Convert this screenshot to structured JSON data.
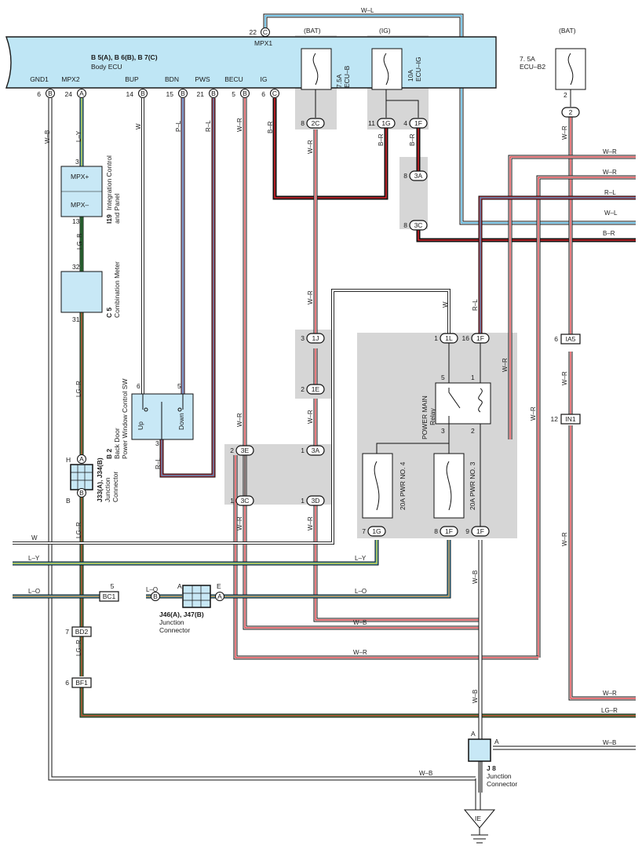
{
  "ecu": {
    "line1": "B 5(A), B 6(B), B 7(C)",
    "line2": "Body ECU",
    "mpx1": "MPX1",
    "pins": [
      {
        "n": "6",
        "c": "B",
        "name": "GND1"
      },
      {
        "n": "24",
        "c": "A",
        "name": "MPX2"
      },
      {
        "n": "14",
        "c": "B",
        "name": "BUP"
      },
      {
        "n": "15",
        "c": "B",
        "name": "BDN"
      },
      {
        "n": "21",
        "c": "B",
        "name": "PWS"
      },
      {
        "n": "5",
        "c": "B",
        "name": "BECU"
      },
      {
        "n": "6",
        "c": "C",
        "name": "IG"
      }
    ],
    "mpx1_pin": {
      "n": "22",
      "c": "C"
    }
  },
  "fuses": {
    "ecub": {
      "src": "(BAT)",
      "rating": "7.5A",
      "name": "ECU–B"
    },
    "ecuig": {
      "src": "(IG)",
      "rating": "10A",
      "name": "ECU–IG"
    },
    "ecub2": {
      "src": "(BAT)",
      "rating": "7. 5A",
      "name": "ECU–B2"
    },
    "pwr4": "20A PWR NO. 4",
    "pwr3": "20A PWR NO. 3"
  },
  "i19": {
    "code": "I19",
    "name1": "Integration Control",
    "name2": "and Panel",
    "mpxp": "MPX+",
    "mpxm": "MPX–",
    "pin3": "3",
    "pin13": "13"
  },
  "c5": {
    "code": "C 5",
    "name": "Combination Meter",
    "pin32": "32",
    "pin31": "31"
  },
  "b2": {
    "code": "B 2",
    "name1": "Back Door",
    "name2": "Power Window Control SW",
    "up": "Up",
    "down": "Down",
    "p6": "6",
    "p5": "5",
    "p3": "3"
  },
  "j33": {
    "code": "J33(A), J34(B)",
    "name1": "Junction",
    "name2": "Connector",
    "pinH": "H",
    "cA": "A",
    "pinB": "B",
    "cB": "B"
  },
  "j46": {
    "code": "J46(A), J47(B)",
    "name1": "Junction",
    "name2": "Connector",
    "pA": "A",
    "pE": "E",
    "cB": "B",
    "cA": "A"
  },
  "j8": {
    "code": "J 8",
    "name1": "Junction",
    "name2": "Connector",
    "pA1": "A",
    "pA2": "A"
  },
  "relay": {
    "name1": "POWER MAIN",
    "name2": "Relay",
    "p5": "5",
    "p1": "1",
    "p3": "3",
    "p2": "2"
  },
  "ground": "IE",
  "connectors": {
    "c2C": {
      "n": "8",
      "id": "2C"
    },
    "c1G": {
      "n": "11",
      "id": "1G"
    },
    "c1F_top": {
      "n": "4",
      "id": "1F"
    },
    "c3A_top": {
      "n": "8",
      "id": "3A"
    },
    "c3C_top": {
      "n": "8",
      "id": "3C"
    },
    "c2": {
      "n": "2",
      "id": "2"
    },
    "c1J": {
      "n": "3",
      "id": "1J"
    },
    "c1E": {
      "n": "2",
      "id": "1E"
    },
    "c1L": {
      "n": "1",
      "id": "1L"
    },
    "c1F_16": {
      "n": "16",
      "id": "1F"
    },
    "c3E": {
      "n": "2",
      "id": "3E"
    },
    "c3A_mid": {
      "n": "1",
      "id": "3A"
    },
    "c3C_mid": {
      "n": "1",
      "id": "3C"
    },
    "c3D": {
      "n": "1",
      "id": "3D"
    },
    "c1G_low": {
      "n": "7",
      "id": "1G"
    },
    "c1F_8": {
      "n": "8",
      "id": "1F"
    },
    "c1F_9": {
      "n": "9",
      "id": "1F"
    },
    "IA5": {
      "n": "6",
      "id": "IA5"
    },
    "IN1": {
      "n": "12",
      "id": "IN1"
    },
    "BC1": {
      "n": "5",
      "id": "BC1"
    },
    "BD2": {
      "n": "7",
      "id": "BD2"
    },
    "BF1": {
      "n": "6",
      "id": "BF1"
    }
  },
  "wires": {
    "WL_top": "W–L",
    "LY_mpx2": "L–Y",
    "WB_gnd": "W–B",
    "LGB": "LG–B",
    "LGR_1": "LG–R",
    "LGR_2": "LG–R",
    "LGR_3": "LG–R",
    "W_bup": "W",
    "PL": "P–L",
    "RL_pws": "R–L",
    "RL_sw": "R–L",
    "WR_becu": "W–R",
    "BR_ig": "B–R",
    "WR_2c": "W–R",
    "BR_1g": "B–R",
    "BR_1f": "B–R",
    "WR_fuse": "W–R",
    "WR_1j": "W–R",
    "WR_1e": "W–R",
    "WR_r1": "W–R",
    "WR_r2": "W–R",
    "RL_r": "R–L",
    "WL_r": "W–L",
    "BR_r": "B–R",
    "W_1l": "W",
    "RL_1f": "R–L",
    "WR_relay": "W–R",
    "WR_3e": "W–R",
    "WR_3c": "W–R",
    "WR_3d": "W–R",
    "WR_long": "W–R",
    "WB_mid": "W–B",
    "WR_low": "W–R",
    "WB_1f": "W–B",
    "WB_j8": "W–B",
    "WR_br": "W–R",
    "LGR_br": "LG–R",
    "WB_br": "W–B",
    "WB_gnd2": "W–B",
    "W_left": "W",
    "LY_left": "L–Y",
    "LY_right": "L–Y",
    "LO_left": "L–O",
    "LO_j46": "L–O",
    "LO_right": "L–O",
    "WR_cor": "W–R",
    "WR_cor2": "W–R"
  },
  "colors": {
    "ecu_fill": "#bfe6f5",
    "box_fill": "#c8e8f6",
    "shade": "#d6d6d6",
    "red": "#d8242b",
    "blue": "#31a7dc",
    "green": "#3da84a",
    "black": "#1a1a1a",
    "yellow": "#f2d31b",
    "pink": "#e38bb5",
    "orange": "#f08a24"
  }
}
